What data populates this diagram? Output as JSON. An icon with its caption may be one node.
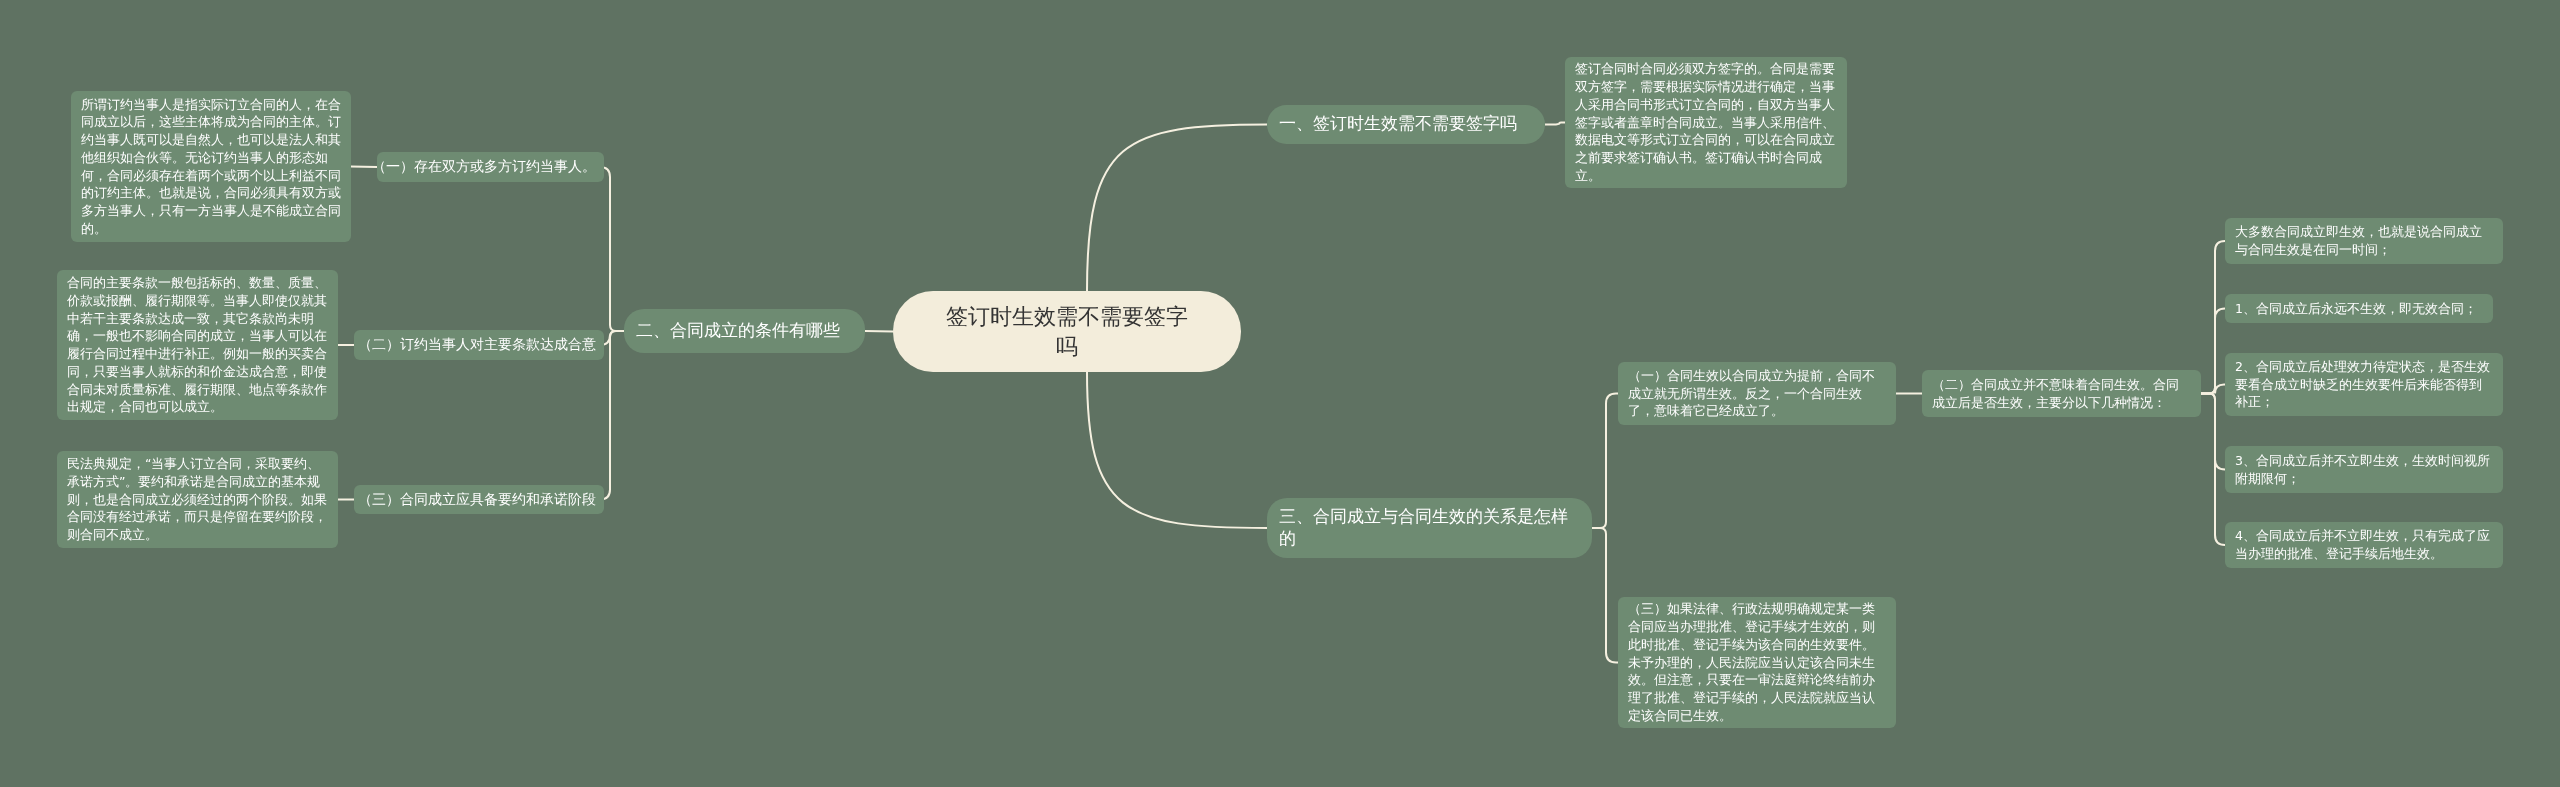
{
  "diagram": {
    "nodes": [
      {
        "text": [
          "签订时生效需不需要签字吗"
        ]
      },
      {
        "text": [
          "一、签订时生效需不需要签字吗"
        ]
      },
      {
        "text": [
          "签订合同时合同必须双方签字的。合同是需要双方签字，需要根据实际情况进行确定，当事人采用合同书形式订立合同的，自双方当事人签字或者盖章时合同成立。当事人采用信件、数据电文等形式订立合同的，可以在合同成立之前要求签订确认书。签订确认书时合同成立。"
        ]
      },
      {
        "text": [
          "二、合同成立的条件有哪些"
        ]
      },
      {
        "text": [
          "（一）存在双方或多方订约当事人。"
        ]
      },
      {
        "text": [
          "所谓订约当事人是指实际订立合同的人，在合同成立以后，这些主体将成为合同的主体。订约当事人既可以是自然人，也可以是法人和其他组织如合伙等。无论订约当事人的形态如何，合同必须存在着两个或两个以上利益不同的订约主体。也就是说，合同必须具有双方或多方当事人，只有一方当事人是不能成立合同的。"
        ]
      },
      {
        "text": [
          "（二）订约当事人对主要条款达成合意"
        ]
      },
      {
        "text": [
          "合同的主要条款一般包括标的、数量、质量、价款或报酬、履行期限等。当事人即使仅就其中若干主要条款达成一致，其它条款尚未明确，一般也不影响合同的成立，当事人可以在履行合同过程中进行补正。例如一般的买卖合同，只要当事人就标的和价金达成合意，即使合同未对质量标准、履行期限、地点等条款作出规定，合同也可以成立。"
        ]
      },
      {
        "text": [
          "（三）合同成立应具备要约和承诺阶段"
        ]
      },
      {
        "text": [
          "民法典规定，“当事人订立合同，采取要约、承诺方式”。要约和承诺是合同成立的基本规则，也是合同成立必须经过的两个阶段。如果合同没有经过承诺，而只是停留在要约阶段，则合同不成立。"
        ]
      },
      {
        "text": [
          "三、合同成立与合同生效的关系是怎样的"
        ]
      },
      {
        "text": [
          "（一）合同生效以合同成立为提前，合同不成立就无所谓生效。反之，一个合同生效了，意味着它已经成立了。"
        ]
      },
      {
        "text": [
          "（二）合同成立并不意味着合同生效。合同成立后是否生效，主要分以下几种情况："
        ]
      },
      {
        "text": [
          "大多数合同成立即生效，也就是说合同成立与合同生效是在同一时间；"
        ]
      },
      {
        "text": [
          "1、合同成立后永远不生效，即无效合同；"
        ]
      },
      {
        "text": [
          "2、合同成立后处理效力待定状态，是否生效要看合成立时缺乏的生效要件后来能否得到补正；"
        ]
      },
      {
        "text": [
          "3、合同成立后并不立即生效，生效时间视所附期限何；"
        ]
      },
      {
        "text": [
          "4、合同成立后并不立即生效，只有完成了应当办理的批准、登记手续后地生效。"
        ]
      },
      {
        "text": [
          "（三）如果法律、行政法规明确规定某一类合同应当办理批准、登记手续才生效的，则此时批准、登记手续为该合同的生效要件。未予办理的，人民法院应当认定该合同未生效。但注意，只要在一审法庭辩论终结前办理了批准、登记手续的，人民法院就应当认定该合同已生效。"
        ]
      }
    ],
    "edges": [
      {
        "from": 0,
        "to": 1,
        "arrow": "none"
      },
      {
        "from": 1,
        "to": 2,
        "arrow": "none"
      },
      {
        "from": 0,
        "to": 3,
        "arrow": "none"
      },
      {
        "from": 3,
        "to": 4,
        "arrow": "none"
      },
      {
        "from": 4,
        "to": 5,
        "arrow": "none"
      },
      {
        "from": 3,
        "to": 6,
        "arrow": "none"
      },
      {
        "from": 6,
        "to": 7,
        "arrow": "none"
      },
      {
        "from": 3,
        "to": 8,
        "arrow": "none"
      },
      {
        "from": 8,
        "to": 9,
        "arrow": "none"
      },
      {
        "from": 0,
        "to": 10,
        "arrow": "none"
      },
      {
        "from": 10,
        "to": 11,
        "arrow": "none"
      },
      {
        "from": 11,
        "to": 12,
        "arrow": "none"
      },
      {
        "from": 12,
        "to": 13,
        "arrow": "none"
      },
      {
        "from": 12,
        "to": 14,
        "arrow": "none"
      },
      {
        "from": 12,
        "to": 15,
        "arrow": "none"
      },
      {
        "from": 12,
        "to": 16,
        "arrow": "none"
      },
      {
        "from": 12,
        "to": 17,
        "arrow": "none"
      },
      {
        "from": 10,
        "to": 18,
        "arrow": "none"
      }
    ]
  }
}
